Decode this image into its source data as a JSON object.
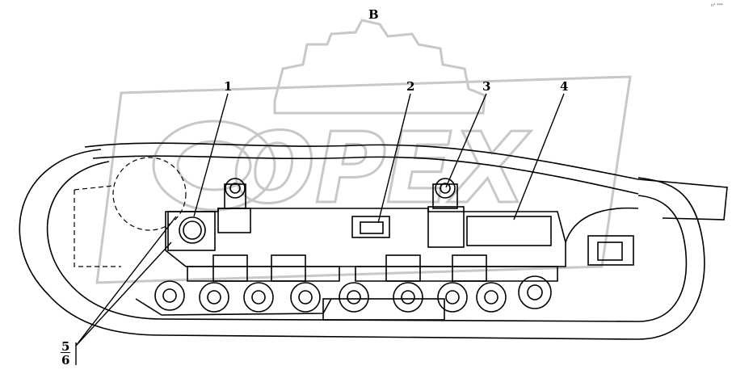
{
  "view_label": "B",
  "corner_mark": "n° ***",
  "watermark_text": "OPEX",
  "callouts": [
    "1",
    "2",
    "3",
    "4"
  ],
  "bottom_labels": [
    "5",
    "6"
  ],
  "colors": {
    "ink": "#000000",
    "watermark": "#c8c8c8"
  }
}
